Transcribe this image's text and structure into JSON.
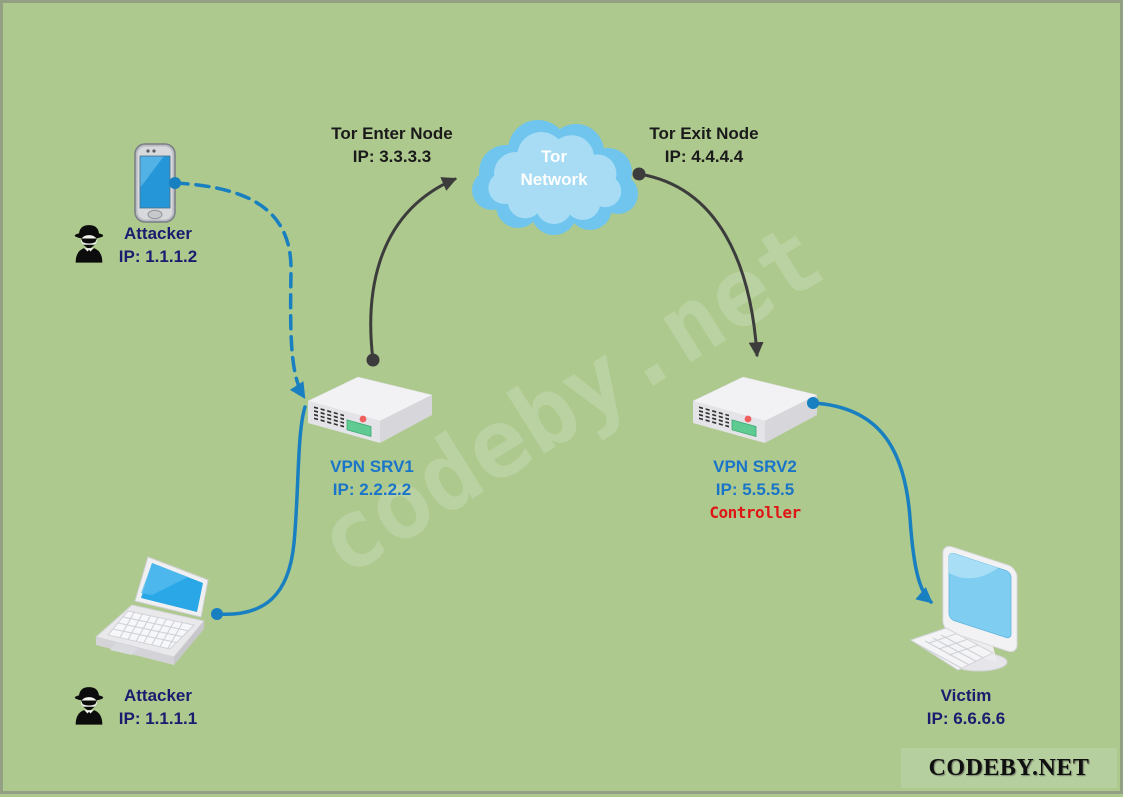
{
  "watermark": {
    "text": "codeby.net"
  },
  "branding": {
    "label": "CODEBY.NET",
    "background": "#b6cf9e"
  },
  "cloud": {
    "line1": "Tor",
    "line2": "Network",
    "outer_color": "#6fc5ee",
    "inner_color": "#a7dcf4"
  },
  "nodes": {
    "tor_enter": {
      "title": "Tor Enter Node",
      "ip": "IP: 3.3.3.3"
    },
    "tor_exit": {
      "title": "Tor Exit Node",
      "ip": "IP: 4.4.4.4"
    },
    "attacker_phone": {
      "title": "Attacker",
      "ip": "IP: 1.1.1.2"
    },
    "attacker_laptop": {
      "title": "Attacker",
      "ip": "IP: 1.1.1.1"
    },
    "vpn1": {
      "title": "VPN SRV1",
      "ip": "IP: 2.2.2.2"
    },
    "vpn2": {
      "title": "VPN SRV2",
      "ip": "IP: 5.5.5.5",
      "role": "Controller"
    },
    "victim": {
      "title": "Victim",
      "ip": "IP: 6.6.6.6"
    }
  },
  "colors": {
    "background": "#adc98e",
    "link_blue": "#187fc0",
    "link_dark": "#3c3c3c",
    "label_navy": "#1b1b70",
    "label_blue": "#1a75c8",
    "controller_red": "#e01515"
  }
}
